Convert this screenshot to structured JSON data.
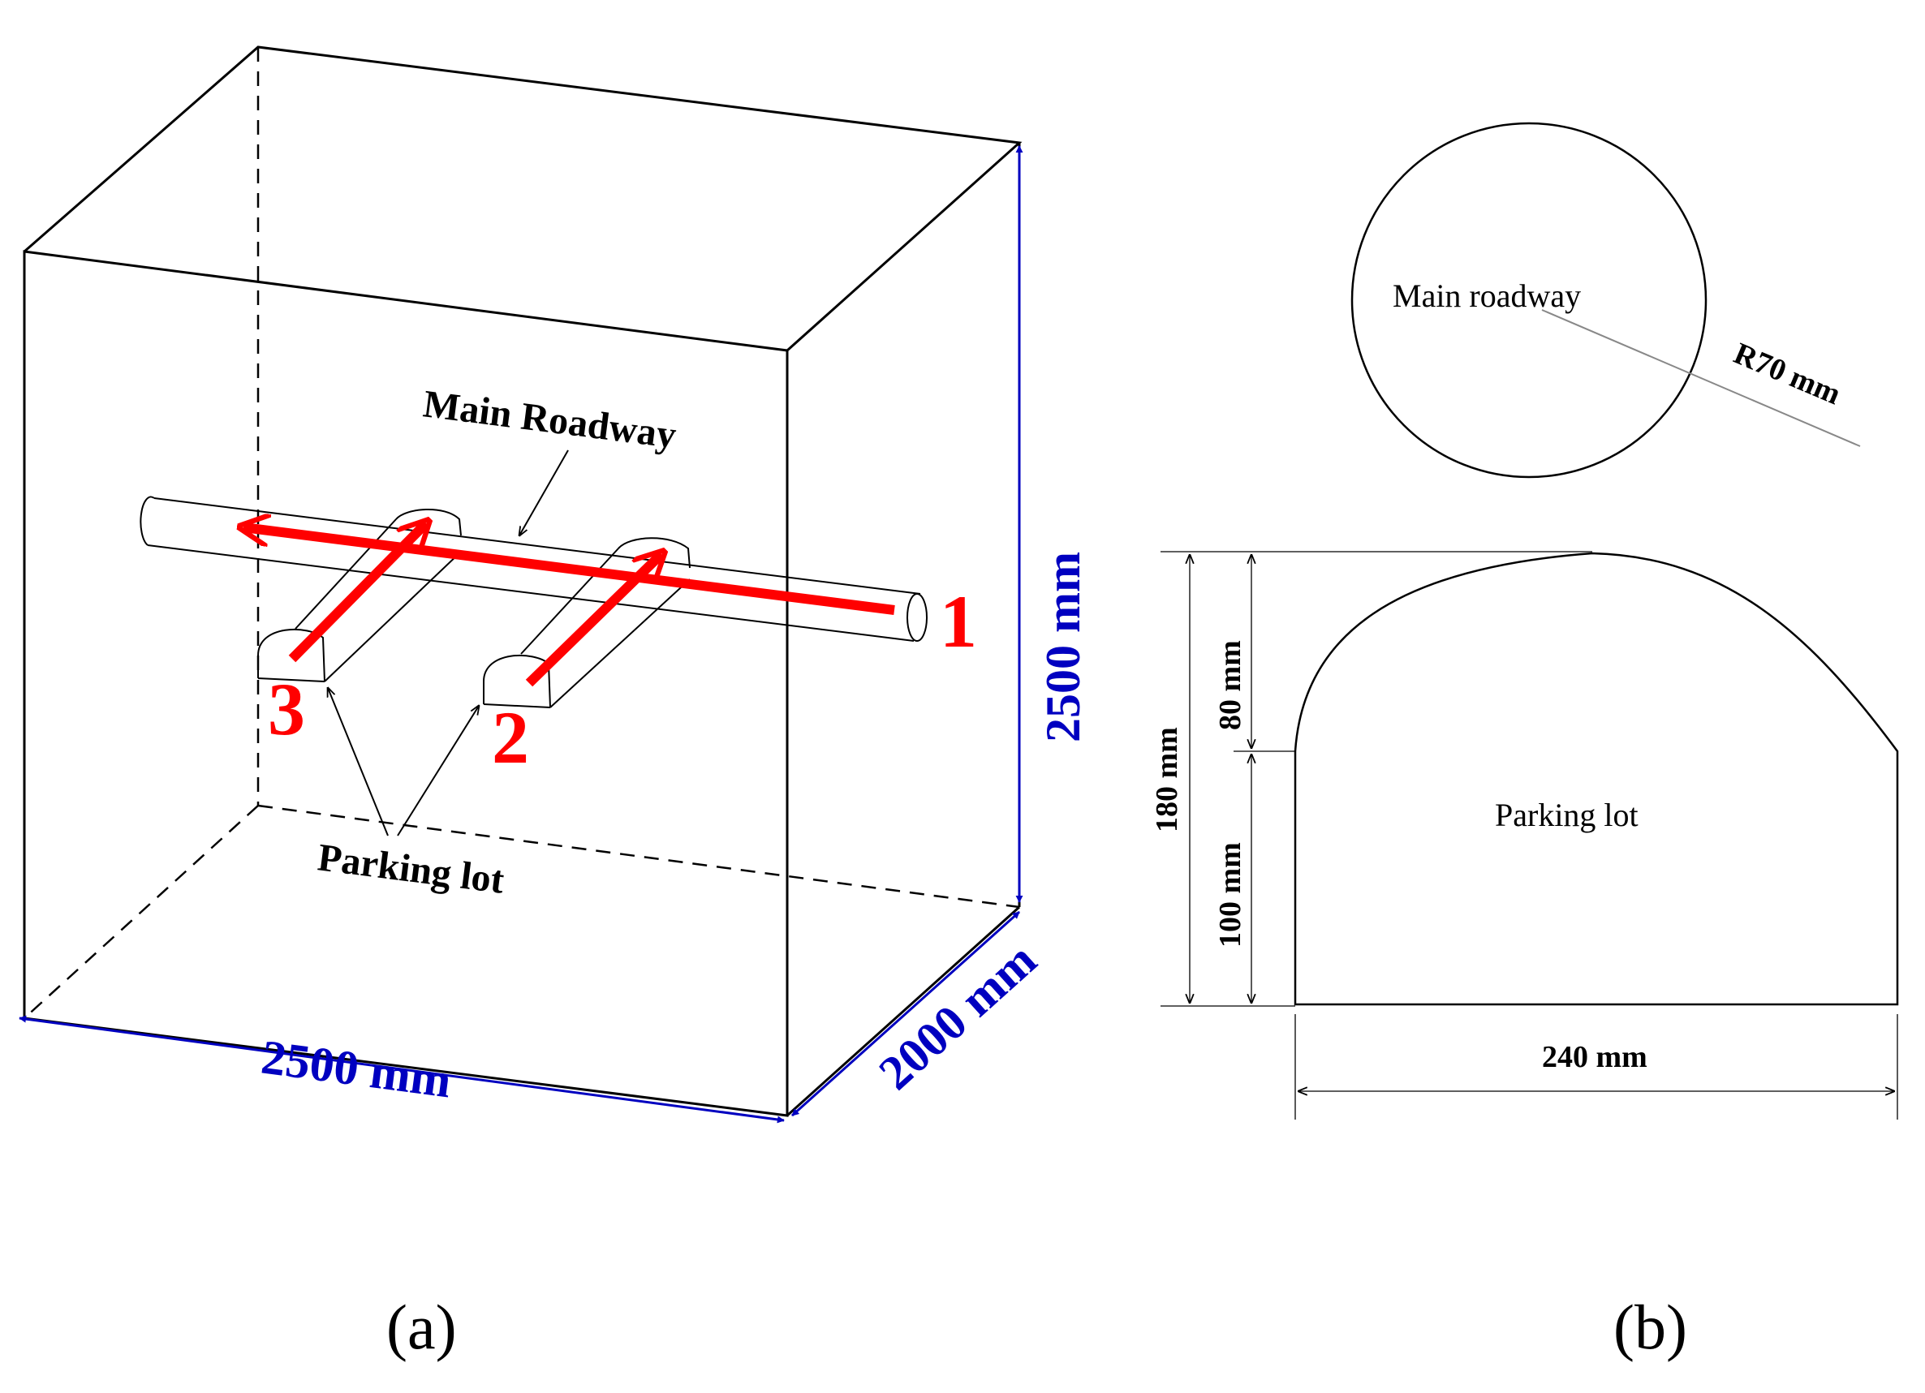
{
  "colors": {
    "line": "#000000",
    "dimension": "#0000c0",
    "flow": "#ff0000",
    "leader": "#888888"
  },
  "panel_a": {
    "caption": "(a)",
    "main_roadway_label": "Main Roadway",
    "parking_lot_label": "Parking lot",
    "height_dim": "2500 mm",
    "width_dim": "2500 mm",
    "depth_dim": "2000 mm",
    "point_1": "1",
    "point_2": "2",
    "point_3": "3"
  },
  "panel_b": {
    "caption": "(b)",
    "main_roadway_label": "Main roadway",
    "radius_dim": "R70 mm",
    "parking_lot_label": "Parking lot",
    "total_height_dim": "180 mm",
    "arch_height_dim": "80 mm",
    "wall_height_dim": "100 mm",
    "width_dim": "240 mm"
  }
}
